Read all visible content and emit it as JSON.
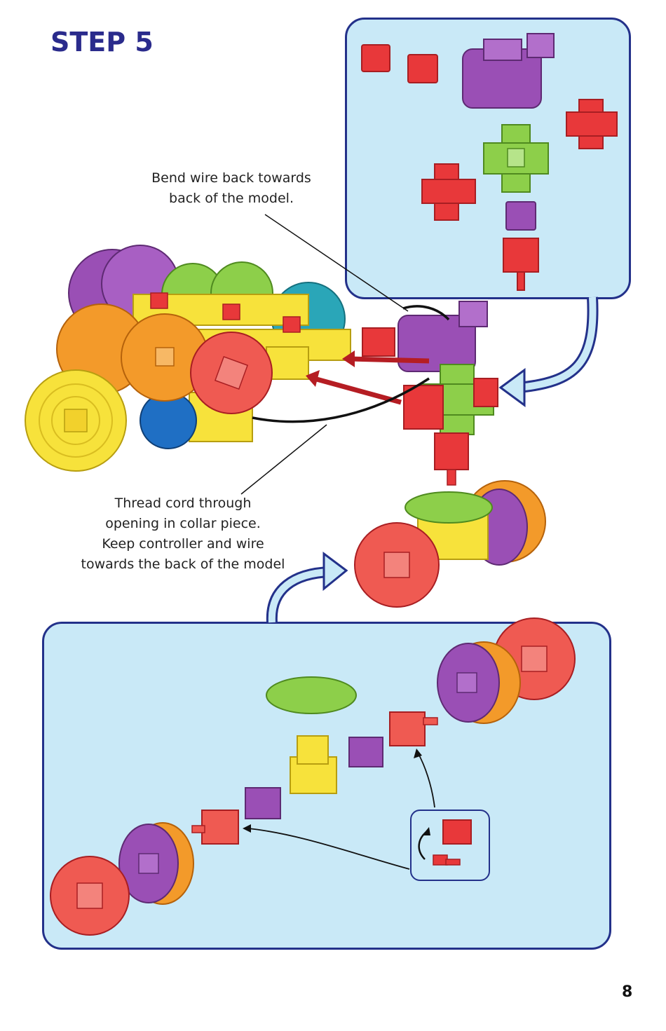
{
  "step_title": "STEP 5",
  "notes": {
    "bend_wire_line1": "Bend wire back towards",
    "bend_wire_line2": "back of the model.",
    "thread_line1": "Thread cord through",
    "thread_line2": "opening in collar piece.",
    "thread_line3": "Keep controller and wire",
    "thread_line4": "towards the back of the model"
  },
  "page_number": "8",
  "colors": {
    "title": "#2a2b8c",
    "panel_fill": "#c9e9f7",
    "panel_border": "#23318a",
    "red_piece": "#e8383a",
    "purple_piece": "#9a4fb5",
    "green_piece": "#8dcf4a",
    "yellow_piece": "#f7e23b",
    "orange_piece": "#f39a2a",
    "teal_piece": "#2aa6b8",
    "blue_piece": "#1f6fc4",
    "arrow_red": "#b51d23"
  }
}
